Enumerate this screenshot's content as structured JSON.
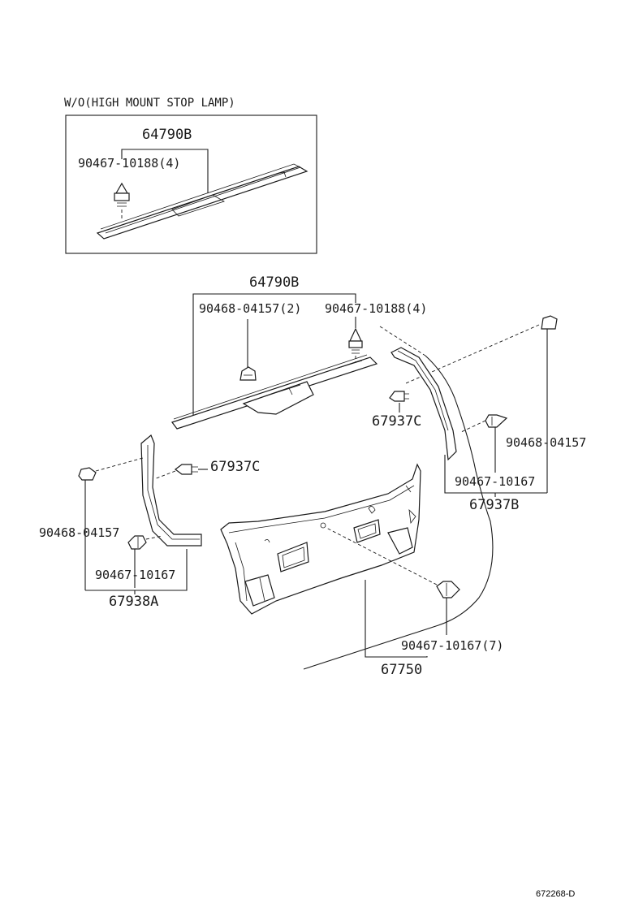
{
  "inset": {
    "heading": "W/O(HIGH MOUNT STOP LAMP)",
    "part_label": "64790B",
    "clip_label": "90467-10188(4)"
  },
  "main": {
    "garnish_label": "64790B",
    "clip_a_label": "90468-04157(2)",
    "clip_b_label": "90467-10188(4)",
    "right_clip_label": "67937C",
    "right_cap_label": "90468-04157",
    "right_pin_label": "90467-10167",
    "right_trim_label": "67937B",
    "left_clip_label": "67937C",
    "left_cap_label": "90468-04157",
    "left_pin_label": "90467-10167",
    "left_trim_label": "67938A",
    "board_clip_label": "90467-10167(7)",
    "board_label": "67750"
  },
  "footer": {
    "reference": "672268-D"
  }
}
